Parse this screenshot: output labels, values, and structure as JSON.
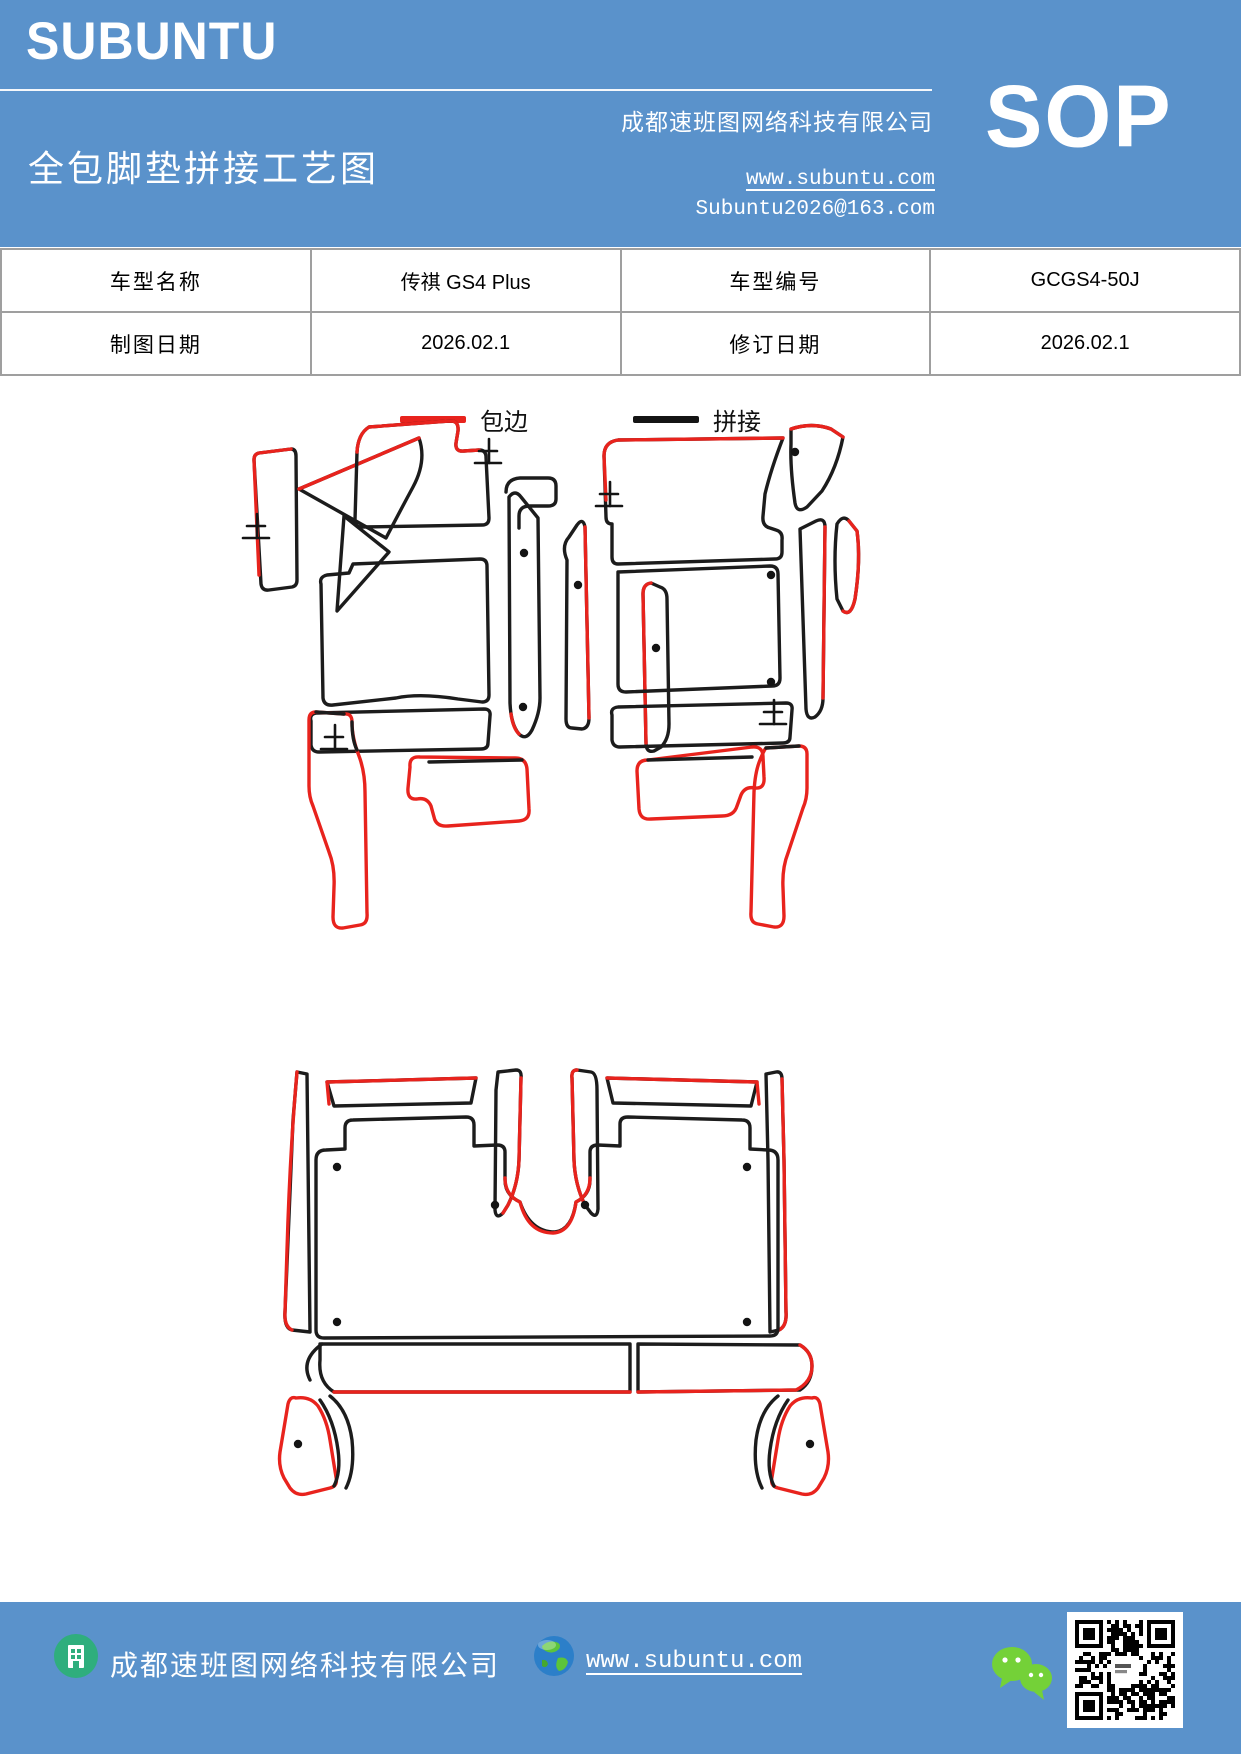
{
  "page": {
    "accent_blue": "#5a92cb",
    "background": "#ffffff"
  },
  "header": {
    "brand": "SUBUNTU",
    "title": "全包脚垫拼接工艺图",
    "company": "成都速班图网络科技有限公司",
    "website": "www.subuntu.com",
    "email": "Subuntu2026@163.com",
    "sop_label": "SOP"
  },
  "info_table": {
    "rows": [
      {
        "cells": [
          "车型名称",
          "传祺 GS4 Plus",
          "车型编号",
          "GCGS4-50J"
        ]
      },
      {
        "cells": [
          "制图日期",
          "2026.02.1",
          "修订日期",
          "2026.02.1"
        ]
      }
    ]
  },
  "legend": {
    "items": [
      {
        "label": "包边",
        "color": "#e8231d"
      },
      {
        "label": "拼接",
        "color": "#111111"
      }
    ]
  },
  "diagram": {
    "stop_mark": "止",
    "wrap_edge_color": "#e8231d",
    "splice_color": "#1c1c1c"
  },
  "footer": {
    "company": "成都速班图网络科技有限公司",
    "website": "www.subuntu.com"
  },
  "icons": {
    "building": "building-icon",
    "globe": "globe-icon",
    "wechat": "wechat-icon",
    "qr": "qr-code"
  }
}
